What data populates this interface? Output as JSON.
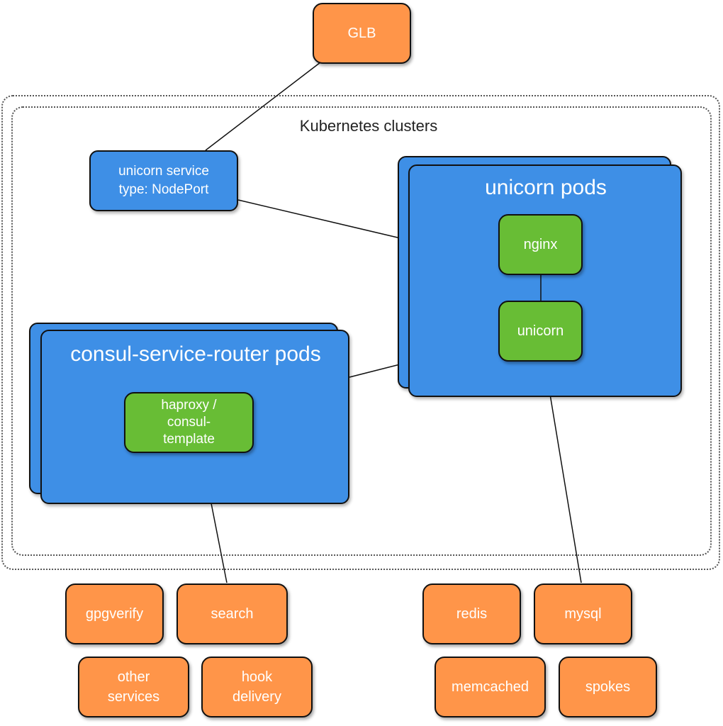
{
  "cluster": {
    "label": "Kubernetes clusters"
  },
  "glb": {
    "label": "GLB"
  },
  "unicorn_service": {
    "line1": "unicorn service",
    "line2": "type: NodePort"
  },
  "unicorn_pods": {
    "title": "unicorn pods",
    "nginx": "nginx",
    "unicorn": "unicorn"
  },
  "router_pods": {
    "title": "consul-service-router pods",
    "haproxy_line1": "haproxy /",
    "haproxy_line2": "consul-",
    "haproxy_line3": "template"
  },
  "left_services": {
    "gpgverify": "gpgverify",
    "search": "search",
    "other_line1": "other",
    "other_line2": "services",
    "hook_line1": "hook",
    "hook_line2": "delivery"
  },
  "right_services": {
    "redis": "redis",
    "mysql": "mysql",
    "memcached": "memcached",
    "spokes": "spokes"
  },
  "colors": {
    "orange": "#FF9549",
    "blue": "#3E8FE6",
    "green": "#68BD35"
  }
}
